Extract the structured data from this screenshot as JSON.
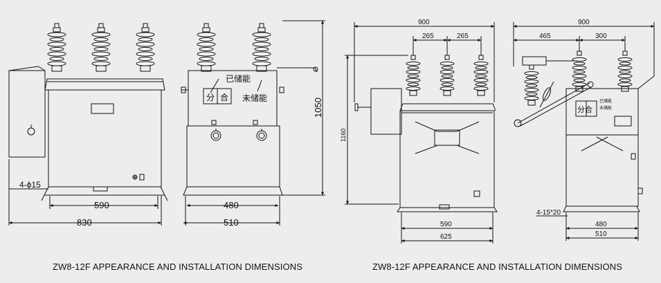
{
  "left": {
    "caption": "ZW8-12F APPEARANCE AND INSTALLATION DIMENSIONS",
    "front": {
      "d_inner": "590",
      "d_outer": "830",
      "hole": "4-ϕ15"
    },
    "side": {
      "d_inner": "480",
      "d_outer": "510",
      "height": "1050",
      "label_stored": "已储能",
      "label_unstored": "未储能",
      "label_open": "分",
      "label_close": "合"
    }
  },
  "right": {
    "caption": "ZW8-12F APPEARANCE AND INSTALLATION DIMENSIONS",
    "front": {
      "d_top": "900",
      "spacing_a": "265",
      "spacing_b": "265",
      "height": "1160",
      "d_inner": "590",
      "d_outer": "625"
    },
    "side": {
      "d_top": "900",
      "offset": "465",
      "spacing": "300",
      "hole": "4-15*20",
      "d_inner": "480",
      "d_outer": "510",
      "label_open_close": "分合",
      "label_stored": "已储能",
      "label_unstored": "未储能"
    }
  }
}
